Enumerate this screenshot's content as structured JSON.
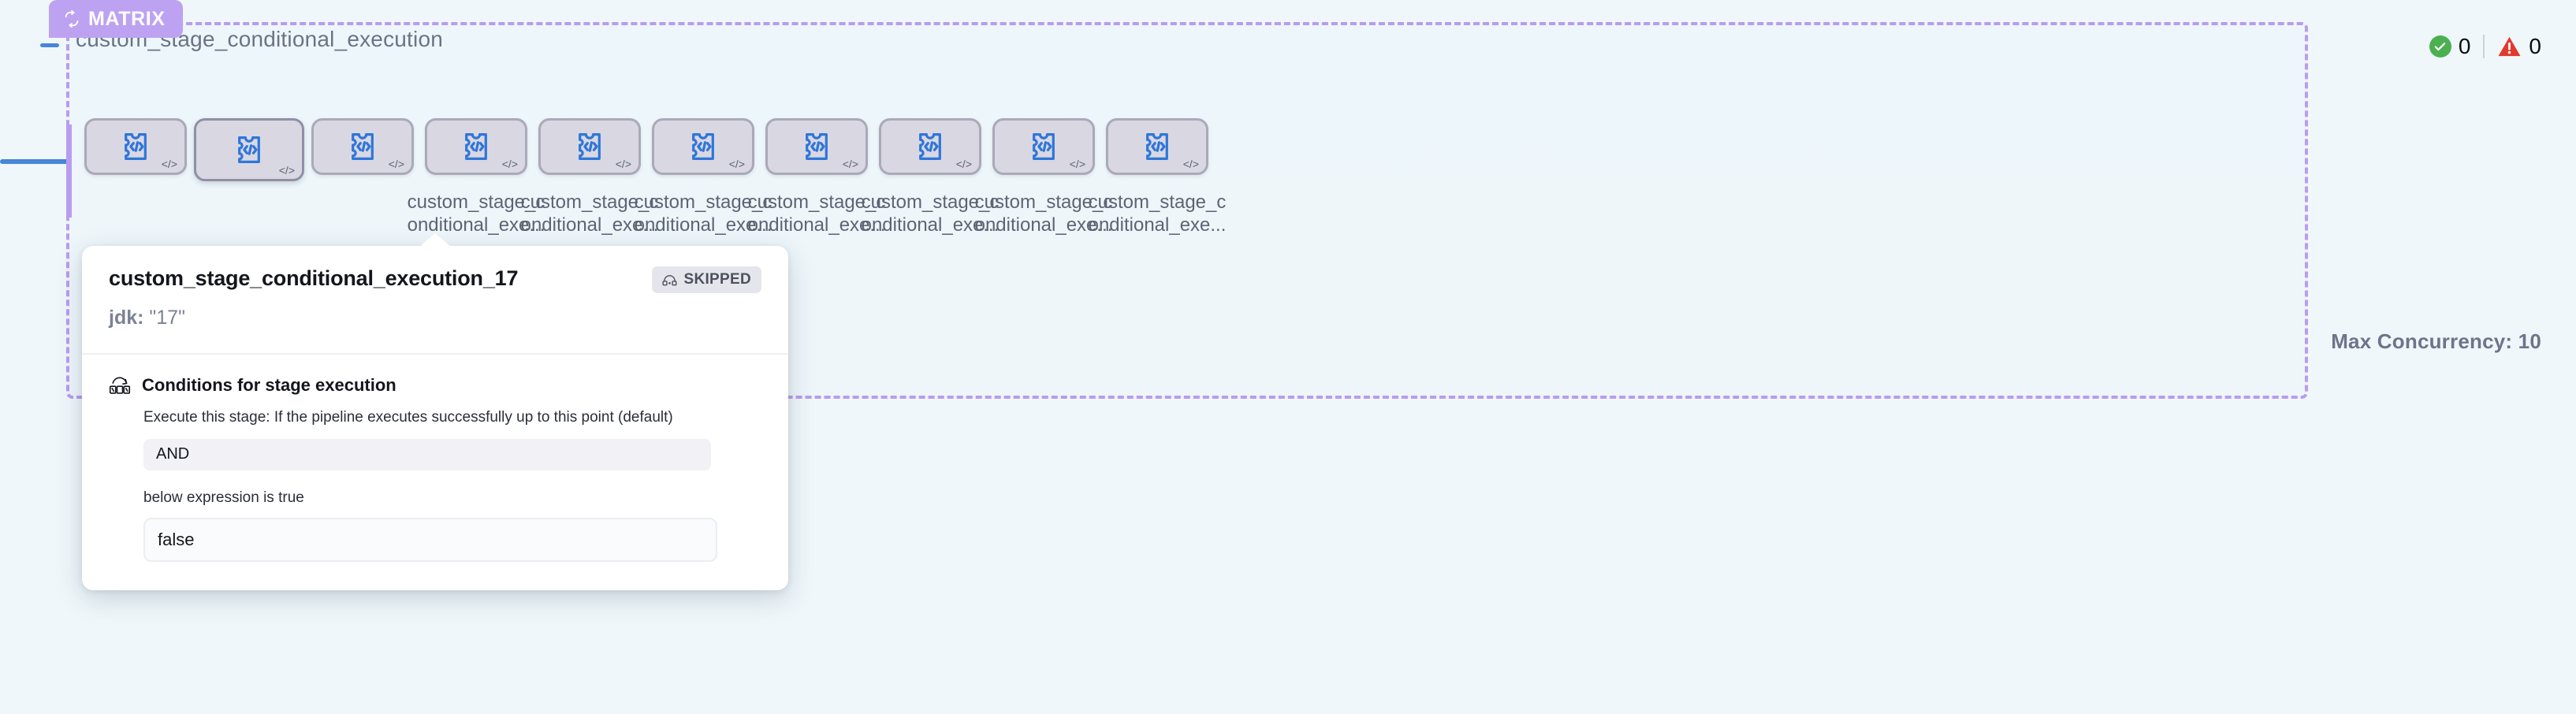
{
  "group": {
    "badge_label": "MATRIX",
    "badge_icon": "loop-icon",
    "title": "custom_stage_conditional_execution",
    "collapse_icon": "minus-icon",
    "max_concurrency_label": "Max Concurrency: 10",
    "accent_color": "#b99cf0",
    "edge_color": "#4786d8"
  },
  "status": {
    "success_icon": "check-circle-icon",
    "success_count": "0",
    "warning_icon": "warning-triangle-icon",
    "warning_count": "0",
    "success_color": "#4caf50",
    "warning_color": "#e03a2f"
  },
  "nodes": [
    {
      "label": "",
      "icon": "stage-code-icon",
      "corner_icon": "code-tag-icon",
      "selected": false
    },
    {
      "label": "",
      "icon": "stage-code-icon",
      "corner_icon": "code-tag-icon",
      "selected": true
    },
    {
      "label": "",
      "icon": "stage-code-icon",
      "corner_icon": "code-tag-icon",
      "selected": false
    },
    {
      "label": "custom_stage_conditional_exe...",
      "icon": "stage-code-icon",
      "corner_icon": "code-tag-icon",
      "selected": false
    },
    {
      "label": "custom_stage_conditional_exe...",
      "icon": "stage-code-icon",
      "corner_icon": "code-tag-icon",
      "selected": false
    },
    {
      "label": "custom_stage_conditional_exe...",
      "icon": "stage-code-icon",
      "corner_icon": "code-tag-icon",
      "selected": false
    },
    {
      "label": "custom_stage_conditional_exe...",
      "icon": "stage-code-icon",
      "corner_icon": "code-tag-icon",
      "selected": false
    },
    {
      "label": "custom_stage_conditional_exe...",
      "icon": "stage-code-icon",
      "corner_icon": "code-tag-icon",
      "selected": false
    },
    {
      "label": "custom_stage_conditional_exe...",
      "icon": "stage-code-icon",
      "corner_icon": "code-tag-icon",
      "selected": false
    },
    {
      "label": "custom_stage_conditional_exe...",
      "icon": "stage-code-icon",
      "corner_icon": "code-tag-icon",
      "selected": false
    }
  ],
  "tooltip": {
    "title": "custom_stage_conditional_execution_17",
    "status_badge": "SKIPPED",
    "status_badge_icon": "skipped-icon",
    "matrix_key": "jdk:",
    "matrix_value": "\"17\"",
    "section_icon": "pipeline-stage-icon",
    "section_title": "Conditions for stage execution",
    "execute_line": "Execute this stage: If the pipeline executes successfully up to this point (default)",
    "operator_value": "AND",
    "expression_note": "below expression is true",
    "expression_value": "false"
  }
}
